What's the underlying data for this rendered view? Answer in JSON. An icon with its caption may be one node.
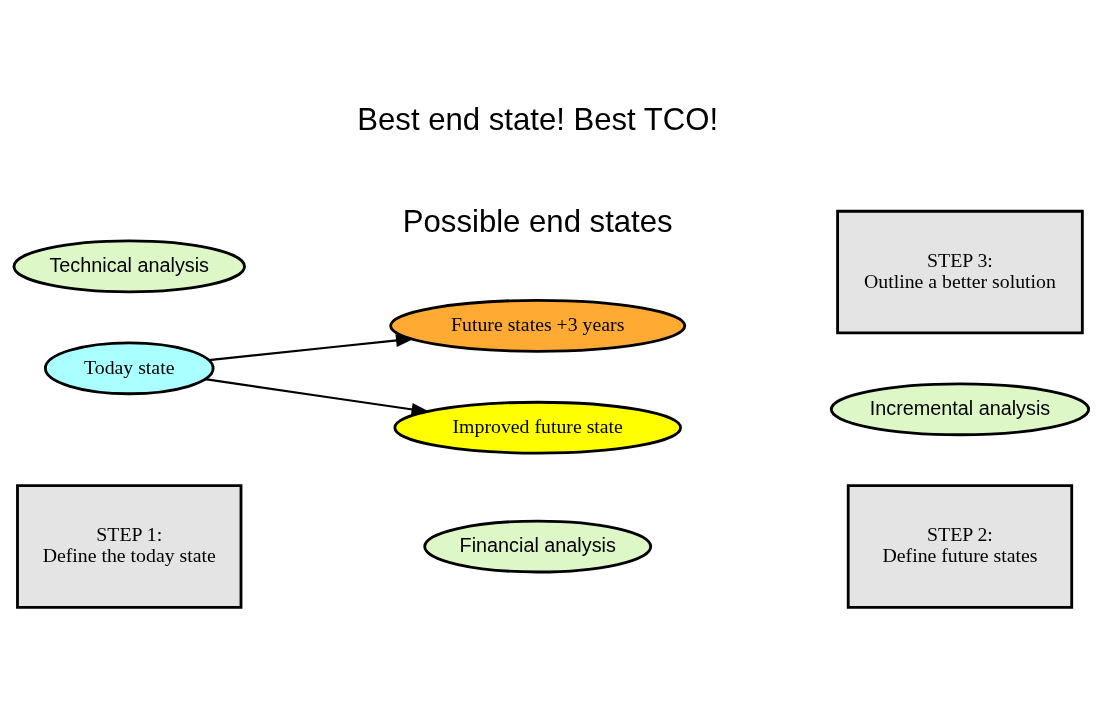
{
  "diagram": {
    "nodes": [
      {
        "text": [
          "STEP 1:",
          "Define the today state"
        ]
      },
      {
        "text": [
          "Financial analysis"
        ]
      },
      {
        "text": [
          "STEP 2:",
          "Define future states"
        ]
      },
      {
        "text": [
          "Today state"
        ]
      },
      {
        "text": [
          "Future states +3 years"
        ]
      },
      {
        "text": [
          "Incremental analysis"
        ]
      },
      {
        "text": [
          "Improved future state"
        ]
      },
      {
        "text": [
          "Technical analysis"
        ]
      },
      {
        "text": [
          "STEP 3:",
          "Outline a better solution"
        ]
      }
    ],
    "edges": [
      {
        "from": 3,
        "to": 4,
        "arrow": "to"
      },
      {
        "from": 3,
        "to": 6,
        "arrow": "to"
      }
    ],
    "labels": [
      "Possible end states",
      "Best end state! Best TCO!"
    ]
  }
}
